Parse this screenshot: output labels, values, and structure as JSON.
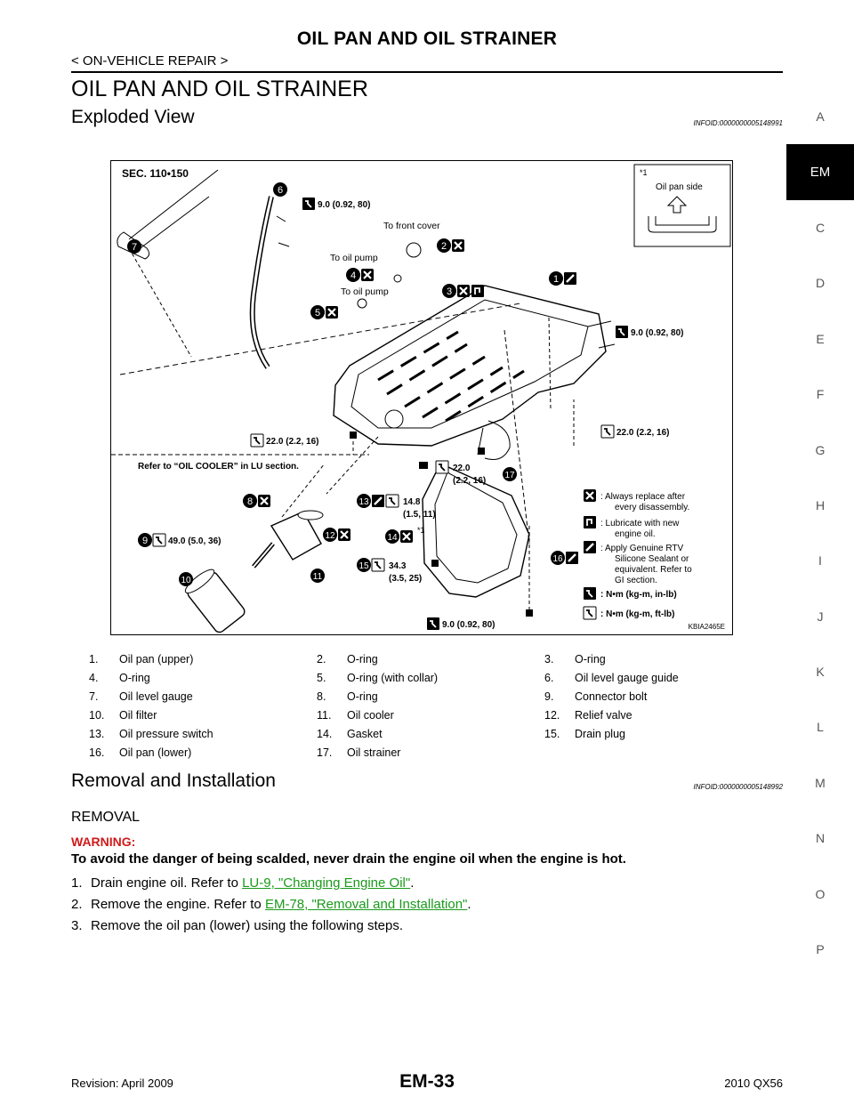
{
  "header": {
    "title": "OIL PAN AND OIL STRAINER",
    "breadcrumb": "< ON-VEHICLE REPAIR >"
  },
  "section_title": "OIL PAN AND OIL STRAINER",
  "exploded": {
    "heading": "Exploded View",
    "infoid": "INFOID:0000000005148991"
  },
  "figure": {
    "sec": "SEC. 110•150",
    "inset_mark": "*1",
    "inset_label": "Oil pan side",
    "code": "KBIA2465E",
    "to_front_cover": "To front cover",
    "to_oil_pump_1": "To oil pump",
    "to_oil_pump_2": "To oil pump",
    "refer_cooler": "Refer to “OIL COOLER” in LU section.",
    "torque_6": "9.0 (0.92, 80)",
    "torque_1": "9.0 (0.92, 80)",
    "torque_left": "22.0 (2.2, 16)",
    "torque_right": "22.0 (2.2, 16)",
    "torque_17a": "22.0",
    "torque_17b": "(2.2, 16)",
    "torque_13a": "14.8",
    "torque_13b": "(1.5, 11)",
    "torque_9": "49.0 (5.0, 36)",
    "torque_15a": "34.3",
    "torque_15b": "(3.5, 25)",
    "torque_bottom": "9.0 (0.92, 80)",
    "star1": "*1",
    "key1a": ": Always replace after",
    "key1b": "every disassembly.",
    "key2a": ": Lubricate with new",
    "key2b": "engine oil.",
    "key3a": ": Apply Genuine RTV",
    "key3b": "Silicone Sealant or",
    "key3c": "equivalent. Refer to",
    "key3d": "GI section.",
    "key4": ": N•m (kg-m, in-lb)",
    "key5": ": N•m (kg-m, ft-lb)",
    "callouts": [
      "1",
      "2",
      "3",
      "4",
      "5",
      "6",
      "7",
      "8",
      "9",
      "10",
      "11",
      "12",
      "13",
      "14",
      "15",
      "16",
      "17"
    ]
  },
  "legend": [
    [
      "1.",
      "Oil pan (upper)",
      "2.",
      "O-ring",
      "3.",
      "O-ring"
    ],
    [
      "4.",
      "O-ring",
      "5.",
      "O-ring (with collar)",
      "6.",
      "Oil level gauge guide"
    ],
    [
      "7.",
      "Oil level gauge",
      "8.",
      "O-ring",
      "9.",
      "Connector bolt"
    ],
    [
      "10.",
      "Oil filter",
      "11.",
      "Oil cooler",
      "12.",
      "Relief valve"
    ],
    [
      "13.",
      "Oil pressure switch",
      "14.",
      "Gasket",
      "15.",
      "Drain plug"
    ],
    [
      "16.",
      "Oil pan (lower)",
      "17.",
      "Oil strainer",
      "",
      ""
    ]
  ],
  "removal": {
    "heading": "Removal and Installation",
    "infoid": "INFOID:0000000005148992",
    "sub": "REMOVAL",
    "warning_label": "WARNING:",
    "warning_text": "To avoid the danger of being scalded, never drain the engine oil when the engine is hot.",
    "steps": [
      {
        "num": "1.",
        "pre": "Drain engine oil. Refer to ",
        "link": "LU-9, \"Changing Engine Oil\"",
        "post": "."
      },
      {
        "num": "2.",
        "pre": "Remove the engine. Refer to ",
        "link": "EM-78, \"Removal and Installation\"",
        "post": "."
      },
      {
        "num": "3.",
        "pre": "Remove the oil pan (lower) using the following steps.",
        "link": "",
        "post": ""
      }
    ]
  },
  "side_tabs": [
    "A",
    "EM",
    "C",
    "D",
    "E",
    "F",
    "G",
    "H",
    "I",
    "J",
    "K",
    "L",
    "M",
    "N",
    "O",
    "P"
  ],
  "footer": {
    "revision": "Revision: April 2009",
    "page": "EM-33",
    "model": "2010 QX56"
  }
}
